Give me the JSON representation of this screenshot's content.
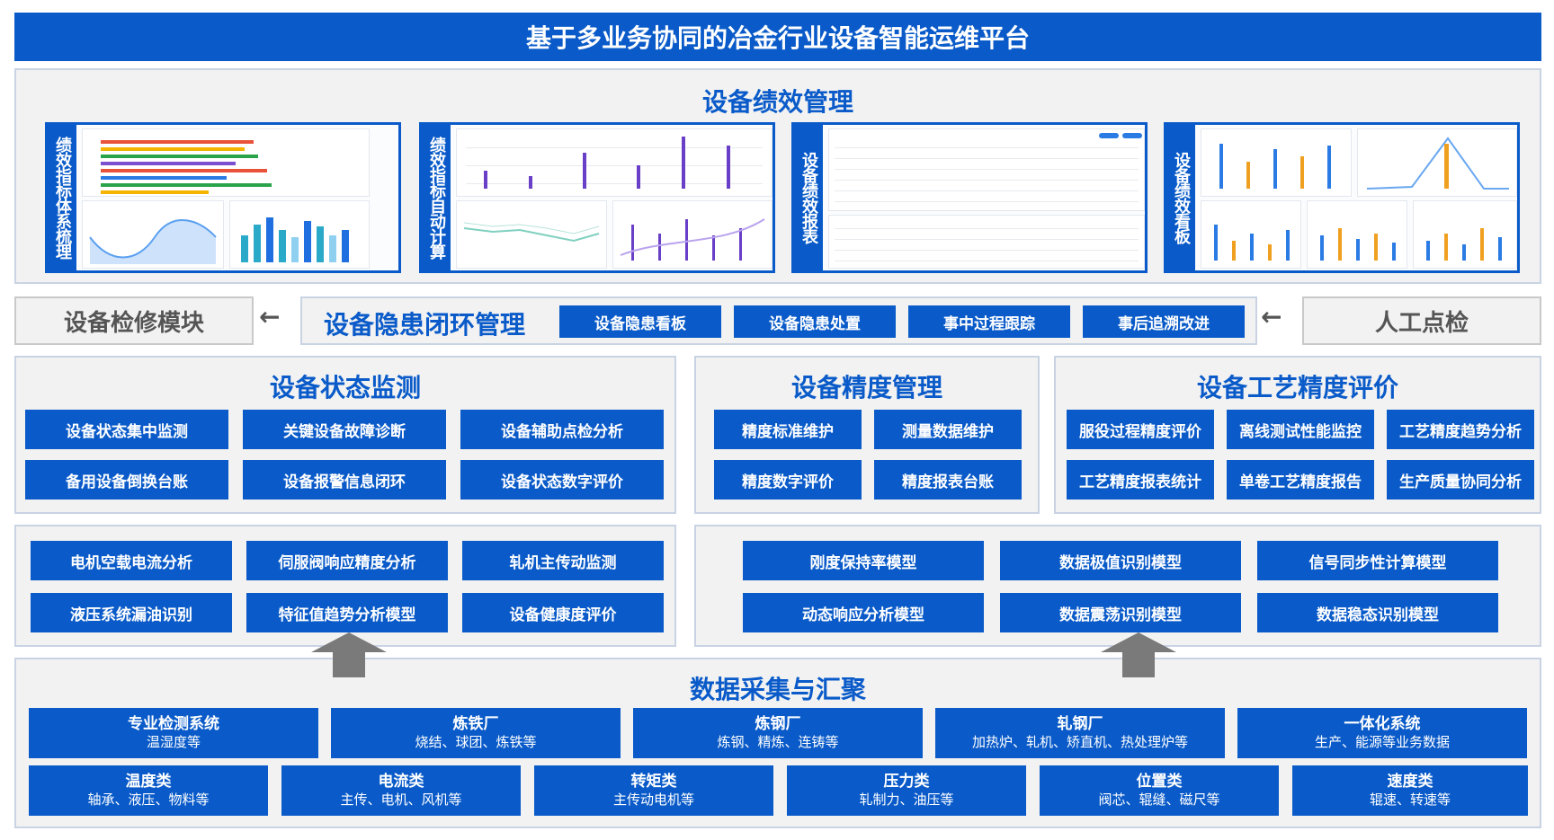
{
  "title": "基于多业务协同的冶金行业设备智能运维平台",
  "performance": {
    "title": "设备绩效管理",
    "shots": [
      "绩效指标体系梳理",
      "绩效指标自动计算",
      "设备绩效报表",
      "设备绩效看板"
    ]
  },
  "hazard": {
    "left_tag": "设备检修模块",
    "right_tag": "人工点检",
    "title": "设备隐患闭环管理",
    "items": [
      "设备隐患看板",
      "设备隐患处置",
      "事中过程跟踪",
      "事后追溯改进"
    ],
    "arrow": "←"
  },
  "status": {
    "title": "设备状态监测",
    "items": [
      "设备状态集中监测",
      "关键设备故障诊断",
      "设备辅助点检分析",
      "备用设备倒换台账",
      "设备报警信息闭环",
      "设备状态数字评价"
    ]
  },
  "precision": {
    "title": "设备精度管理",
    "items": [
      "精度标准维护",
      "测量数据维护",
      "精度数字评价",
      "精度报表台账"
    ]
  },
  "process": {
    "title": "设备工艺精度评价",
    "items": [
      "服役过程精度评价",
      "离线测试性能监控",
      "工艺精度趋势分析",
      "工艺精度报表统计",
      "单卷工艺精度报告",
      "生产质量协同分析"
    ]
  },
  "models_left": [
    "电机空载电流分析",
    "伺服阀响应精度分析",
    "轧机主传动监测",
    "液压系统漏油识别",
    "特征值趋势分析模型",
    "设备健康度评价"
  ],
  "models_right": [
    "刚度保持率模型",
    "数据极值识别模型",
    "信号同步性计算模型",
    "动态响应分析模型",
    "数据震荡识别模型",
    "数据稳态识别模型"
  ],
  "collection": {
    "title": "数据采集与汇聚",
    "row1": [
      {
        "t": "专业检测系统",
        "s": "温湿度等"
      },
      {
        "t": "炼铁厂",
        "s": "烧结、球团、炼铁等"
      },
      {
        "t": "炼钢厂",
        "s": "炼钢、精炼、连铸等"
      },
      {
        "t": "轧钢厂",
        "s": "加热炉、轧机、矫直机、热处理炉等"
      },
      {
        "t": "一体化系统",
        "s": "生产、能源等业务数据"
      }
    ],
    "row2": [
      {
        "t": "温度类",
        "s": "轴承、液压、物料等"
      },
      {
        "t": "电流类",
        "s": "主传、电机、风机等"
      },
      {
        "t": "转矩类",
        "s": "主传动电机等"
      },
      {
        "t": "压力类",
        "s": "轧制力、油压等"
      },
      {
        "t": "位置类",
        "s": "阀芯、辊缝、磁尺等"
      },
      {
        "t": "速度类",
        "s": "辊速、转速等"
      }
    ]
  },
  "colors": {
    "primary": "#0a5bc9",
    "panel": "#f2f2f2",
    "arrow": "#7a7a7a"
  }
}
